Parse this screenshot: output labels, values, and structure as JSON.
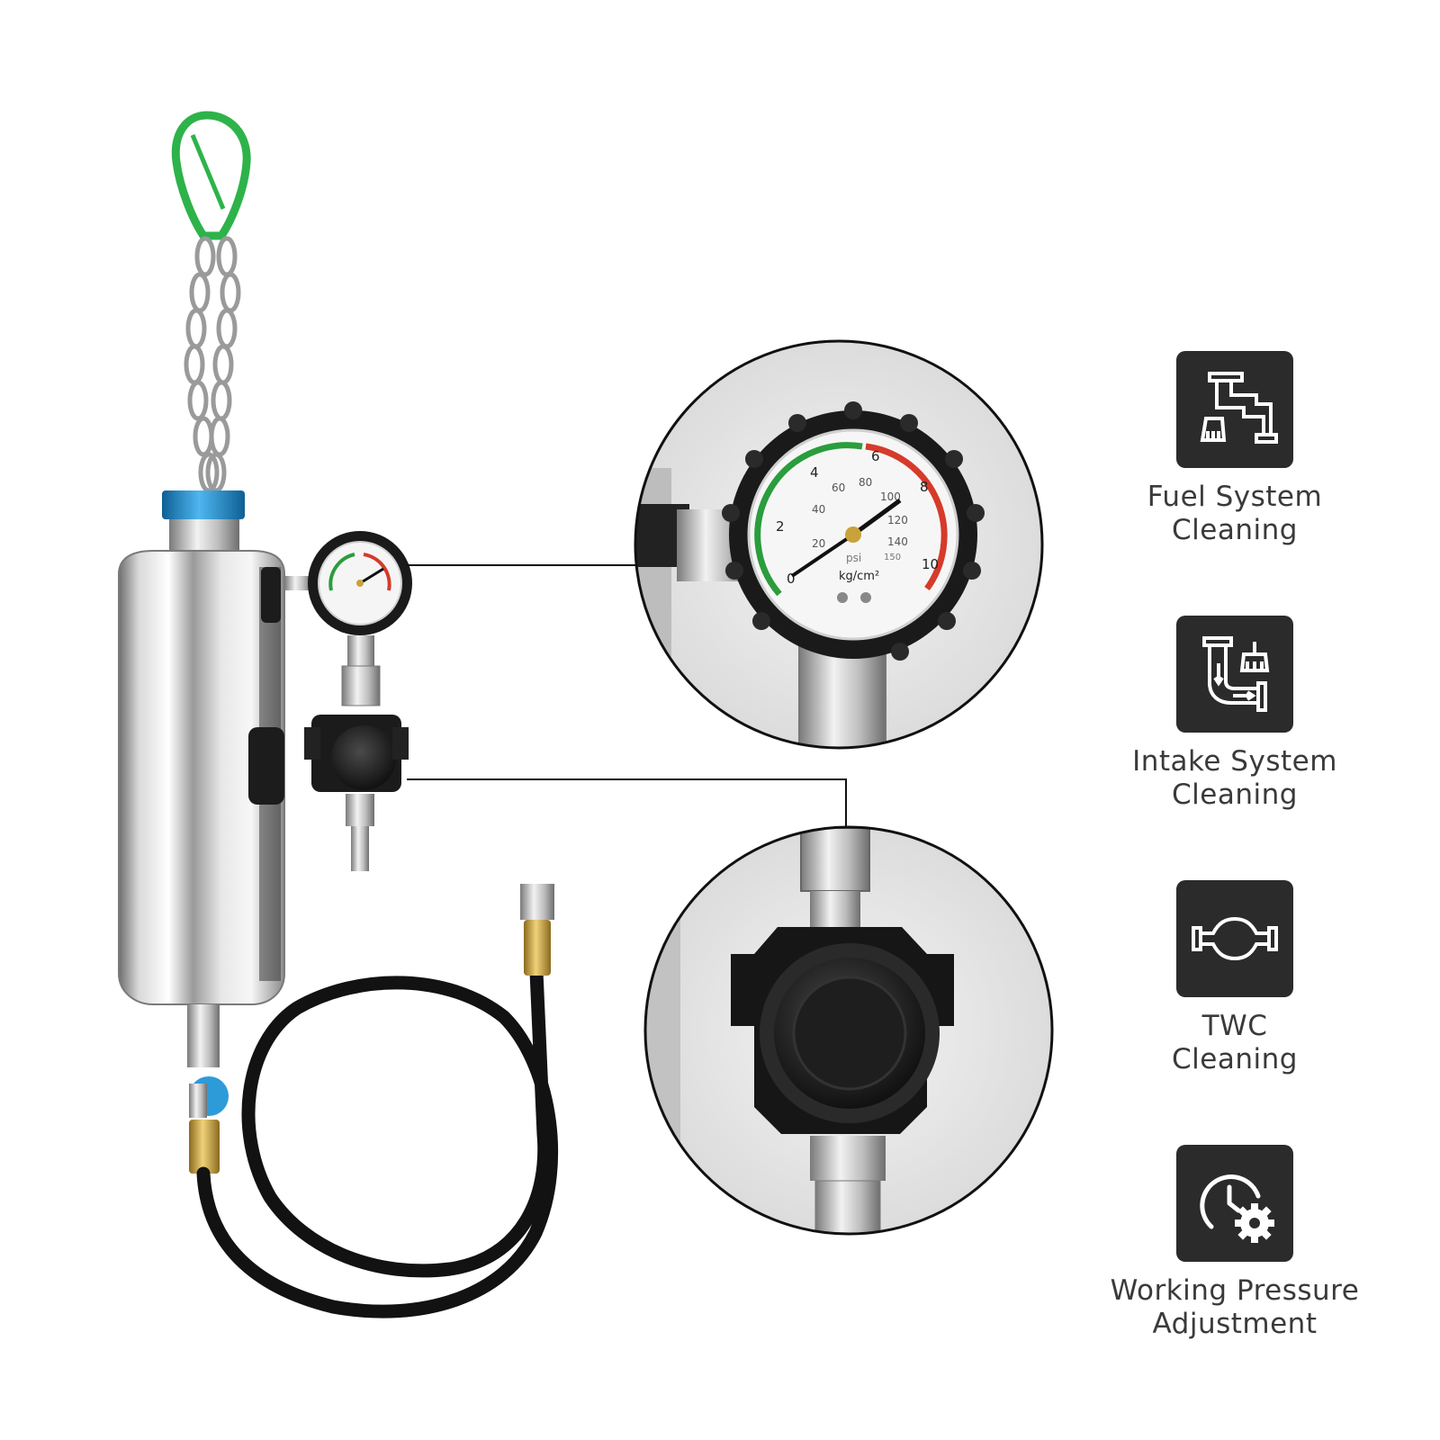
{
  "colors": {
    "tile_bg": "#2b2b2b",
    "icon_white": "#ffffff",
    "label_text": "#3a3a3a",
    "carabiner": "#2db34a",
    "cap_blue": "#1e8fd6",
    "valve_blue": "#2e9bd9",
    "brass": "#c9a23a",
    "gauge_green": "#2a9d3c",
    "gauge_red": "#d63a2a"
  },
  "gauge": {
    "unit_top": "psi",
    "unit_bottom": "kg/cm²",
    "outer_ticks": [
      "0",
      "2",
      "4",
      "6",
      "8",
      "10"
    ],
    "inner_ticks": [
      "20",
      "40",
      "60",
      "80",
      "100",
      "120",
      "140",
      "150"
    ]
  },
  "features": [
    {
      "icon": "pipe-brush-icon",
      "line1": "Fuel System",
      "line2": "Cleaning"
    },
    {
      "icon": "intake-pipe-brush-icon",
      "line1": "Intake System",
      "line2": "Cleaning"
    },
    {
      "icon": "catalytic-converter-icon",
      "line1": "TWC",
      "line2": "Cleaning"
    },
    {
      "icon": "clock-gear-icon",
      "line1": "Working Pressure",
      "line2": "Adjustment"
    }
  ]
}
